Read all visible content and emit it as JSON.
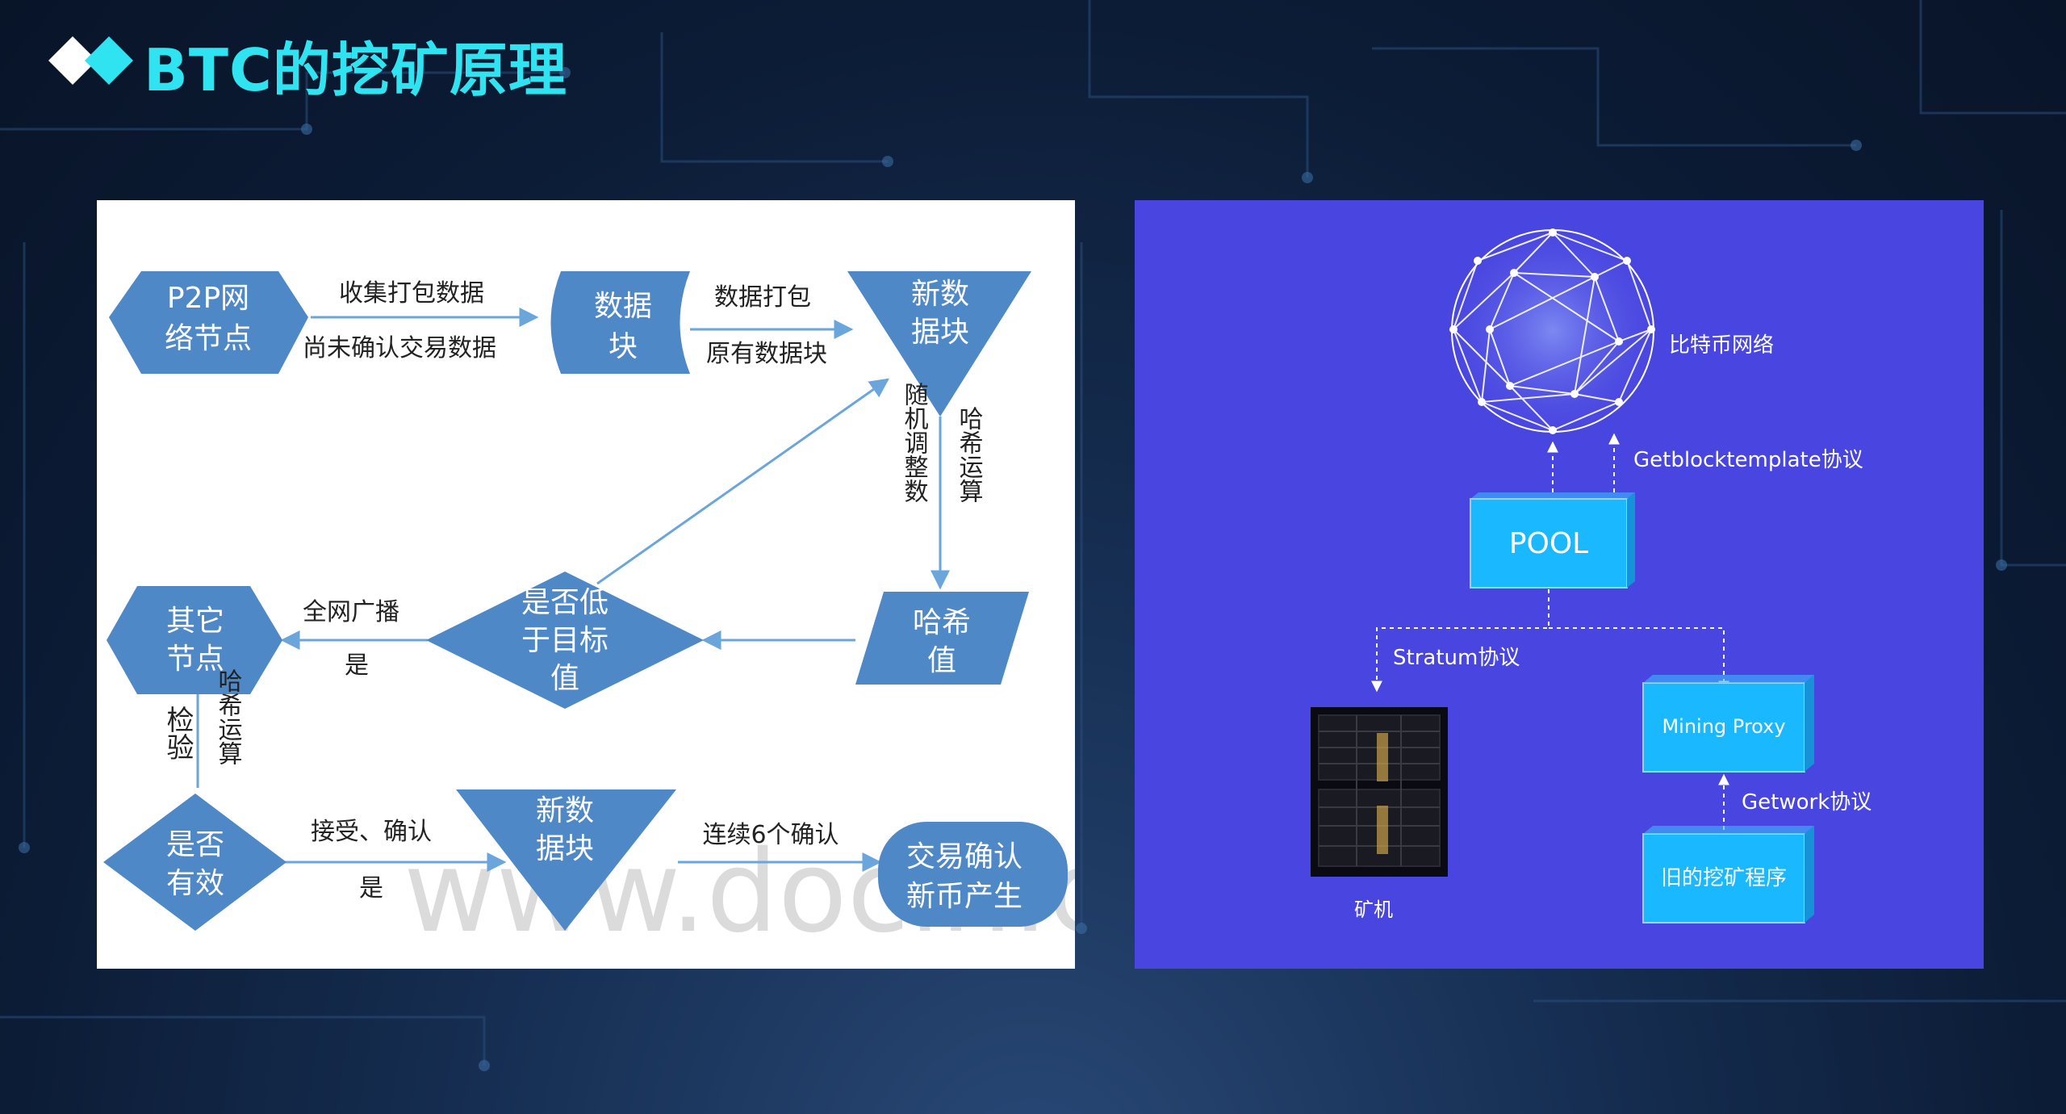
{
  "title": "BTC的挖矿原理",
  "colors": {
    "title": "#2fe3f0",
    "flow_shape": "#4e88c7",
    "flow_arrow": "#6aa5db",
    "right_bg": "#4845e0",
    "cyan": "#19b8ff"
  },
  "flowchart": {
    "p2p_node": [
      "P2P网",
      "络节点"
    ],
    "collect_label": "收集打包数据",
    "unconfirmed_label": "尚未确认交易数据",
    "datablock": [
      "数据",
      "块"
    ],
    "pack_label": "数据打包",
    "orig_label": "原有数据块",
    "new_block_top": [
      "新数",
      "据块"
    ],
    "random_label": "随机调整数",
    "hash_op_label": "哈希运算",
    "hash_value": [
      "哈希",
      "值"
    ],
    "below_target": [
      "是否低",
      "于目标",
      "值"
    ],
    "broadcast_label": "全网广播",
    "yes_label_1": "是",
    "other_nodes": [
      "其它",
      "节点"
    ],
    "verify_label": "检验",
    "hash_op_label_2": "哈希运算",
    "is_valid": [
      "是否",
      "有效"
    ],
    "accept_label": "接受、确认",
    "yes_label_2": "是",
    "new_block_bottom": [
      "新数",
      "据块"
    ],
    "six_confirm_label": "连续6个确认",
    "tx_confirm": [
      "交易确认",
      "新币产生"
    ],
    "watermark": "www.docin.c"
  },
  "mining": {
    "network_label": "比特币网络",
    "getblocktemplate_label": "Getblocktemplate协议",
    "pool_label": "POOL",
    "stratum_label": "Stratum协议",
    "miner_label": "矿机",
    "proxy_label": "Mining Proxy",
    "getwork_label": "Getwork协议",
    "legacy_label": "旧的挖矿程序"
  }
}
